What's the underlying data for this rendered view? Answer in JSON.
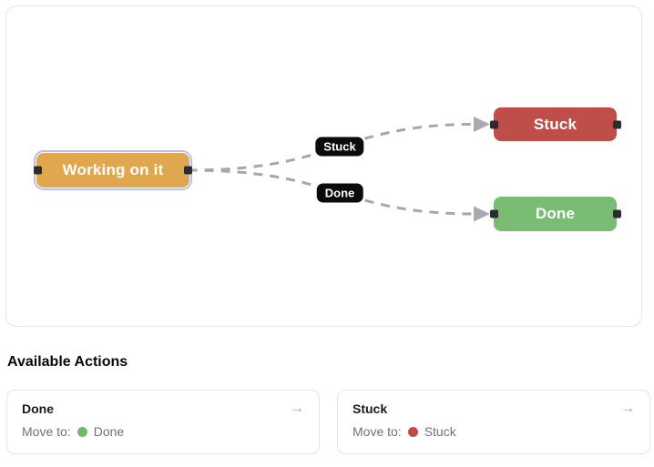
{
  "canvas": {
    "nodes": [
      {
        "label": "Working on it",
        "color": "#e0a74e",
        "selected": true
      },
      {
        "label": "Stuck",
        "color": "#bf4e49",
        "selected": false
      },
      {
        "label": "Done",
        "color": "#7abc73",
        "selected": false
      }
    ],
    "edges": [
      {
        "label": "Stuck",
        "from": "Working on it",
        "to": "Stuck"
      },
      {
        "label": "Done",
        "from": "Working on it",
        "to": "Done"
      }
    ]
  },
  "actions": {
    "heading": "Available Actions",
    "arrow_icon": "→",
    "cards": [
      {
        "title": "Done",
        "prefix": "Move to:",
        "target": "Done",
        "dot_color": "#6cbd66"
      },
      {
        "title": "Stuck",
        "prefix": "Move to:",
        "target": "Stuck",
        "dot_color": "#c14b45"
      }
    ]
  },
  "colors": {
    "edge": "#a6a6ae",
    "selection_border": "#b4c0ef",
    "handle": "#2b2b30",
    "edge_label_bg": "#0b0b0c"
  }
}
